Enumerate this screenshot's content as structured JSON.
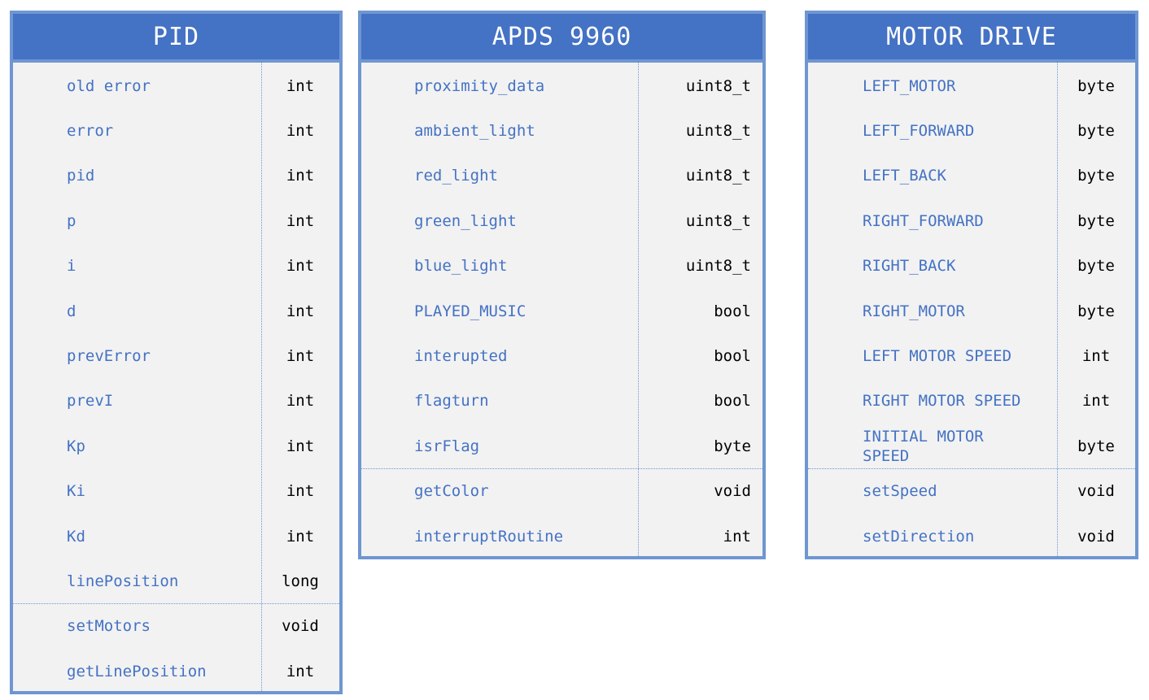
{
  "entities": [
    {
      "title": "PID",
      "attributes": [
        {
          "name": "old error",
          "type": "int"
        },
        {
          "name": "error",
          "type": "int"
        },
        {
          "name": "pid",
          "type": "int"
        },
        {
          "name": "p",
          "type": "int"
        },
        {
          "name": "i",
          "type": "int"
        },
        {
          "name": "d",
          "type": "int"
        },
        {
          "name": "prevError",
          "type": "int"
        },
        {
          "name": "prevI",
          "type": "int"
        },
        {
          "name": "Kp",
          "type": "int"
        },
        {
          "name": "Ki",
          "type": "int"
        },
        {
          "name": "Kd",
          "type": "int"
        },
        {
          "name": "linePosition",
          "type": "long"
        }
      ],
      "methods": [
        {
          "name": "setMotors",
          "type": "void"
        },
        {
          "name": "getLinePosition",
          "type": "int"
        }
      ]
    },
    {
      "title": "APDS 9960",
      "attributes": [
        {
          "name": "proximity_data",
          "type": "uint8_t"
        },
        {
          "name": "ambient_light",
          "type": "uint8_t"
        },
        {
          "name": "red_light",
          "type": "uint8_t"
        },
        {
          "name": "green_light",
          "type": "uint8_t"
        },
        {
          "name": "blue_light",
          "type": "uint8_t"
        },
        {
          "name": "PLAYED_MUSIC",
          "type": "bool"
        },
        {
          "name": "interupted",
          "type": "bool"
        },
        {
          "name": "flagturn",
          "type": "bool"
        },
        {
          "name": "isrFlag",
          "type": "byte"
        }
      ],
      "methods": [
        {
          "name": "getColor",
          "type": "void"
        },
        {
          "name": "interruptRoutine",
          "type": "int"
        }
      ]
    },
    {
      "title": "MOTOR DRIVE",
      "attributes": [
        {
          "name": "LEFT_MOTOR",
          "type": "byte"
        },
        {
          "name": "LEFT_FORWARD",
          "type": "byte"
        },
        {
          "name": "LEFT_BACK",
          "type": "byte"
        },
        {
          "name": "RIGHT_FORWARD",
          "type": "byte"
        },
        {
          "name": "RIGHT_BACK",
          "type": "byte"
        },
        {
          "name": "RIGHT_MOTOR",
          "type": "byte"
        },
        {
          "name": "LEFT MOTOR SPEED",
          "type": "int"
        },
        {
          "name": "RIGHT MOTOR SPEED",
          "type": "int"
        },
        {
          "name": "INITIAL MOTOR SPEED",
          "type": "byte"
        }
      ],
      "methods": [
        {
          "name": "setSpeed",
          "type": "void"
        },
        {
          "name": "setDirection",
          "type": "void"
        }
      ]
    }
  ],
  "colors": {
    "header_fill": "#4472c4",
    "border": "#6f96d1",
    "body_fill": "#f2f2f2",
    "field_name": "#4472c4",
    "field_type": "#000000"
  }
}
